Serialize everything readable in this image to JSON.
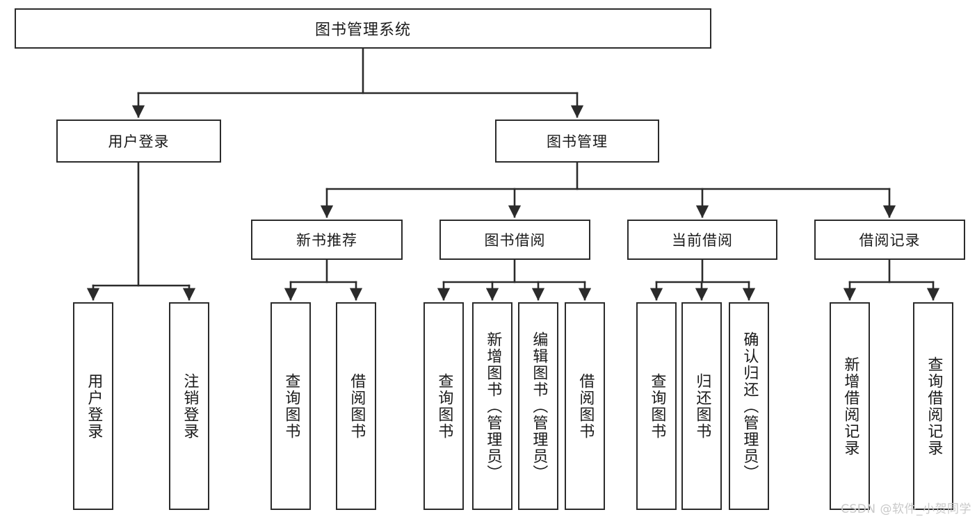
{
  "diagram": {
    "type": "tree",
    "title": "图书管理系统",
    "style": {
      "box_border_color": "#2b2b2b",
      "box_fill_color": "#ffffff",
      "connector_color": "#2b2b2b",
      "text_color": "#1a1a1a",
      "background": "#ffffff"
    },
    "root": {
      "label": "图书管理系统"
    },
    "level2": [
      {
        "id": "user-login",
        "label": "用户登录"
      },
      {
        "id": "book-manage",
        "label": "图书管理"
      }
    ],
    "level3": [
      {
        "id": "new-book-recommend",
        "label": "新书推荐"
      },
      {
        "id": "book-borrow",
        "label": "图书借阅"
      },
      {
        "id": "current-borrow",
        "label": "当前借阅"
      },
      {
        "id": "borrow-record",
        "label": "借阅记录"
      }
    ],
    "leaves": [
      {
        "id": "leaf-user-login",
        "parent": "user-login",
        "label": "用户登录"
      },
      {
        "id": "leaf-user-logout",
        "parent": "user-login",
        "label": "注销登录"
      },
      {
        "id": "leaf-query-book-1",
        "parent": "new-book-recommend",
        "label": "查询图书"
      },
      {
        "id": "leaf-borrow-book-1",
        "parent": "new-book-recommend",
        "label": "借阅图书"
      },
      {
        "id": "leaf-query-book-2",
        "parent": "book-borrow",
        "label": "查询图书"
      },
      {
        "id": "leaf-add-book",
        "parent": "book-borrow",
        "label": "新增图书（管理员）"
      },
      {
        "id": "leaf-edit-book",
        "parent": "book-borrow",
        "label": "编辑图书（管理员）"
      },
      {
        "id": "leaf-borrow-book-2",
        "parent": "book-borrow",
        "label": "借阅图书"
      },
      {
        "id": "leaf-query-book-3",
        "parent": "current-borrow",
        "label": "查询图书"
      },
      {
        "id": "leaf-return-book",
        "parent": "current-borrow",
        "label": "归还图书"
      },
      {
        "id": "leaf-confirm-return",
        "parent": "current-borrow",
        "label": "确认归还（管理员）"
      },
      {
        "id": "leaf-add-record",
        "parent": "borrow-record",
        "label": "新增借阅记录"
      },
      {
        "id": "leaf-query-record",
        "parent": "borrow-record",
        "label": "查询借阅记录"
      }
    ]
  },
  "watermark": {
    "text": "CSDN @软件_小贺同学"
  }
}
